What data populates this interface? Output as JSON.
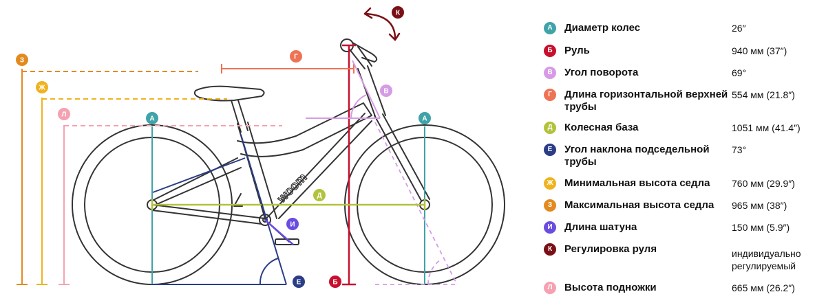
{
  "colors": {
    "bike": "#333333",
    "A": "#3fa3a8",
    "B": "#c8102e",
    "V": "#d69ae6",
    "G": "#ee7354",
    "D": "#b2c23a",
    "E": "#2a3d86",
    "ZH": "#efb320",
    "Z": "#e38a1f",
    "I": "#6a4ce0",
    "K": "#7a1016",
    "L": "#f5a1b1"
  },
  "bike_brand": "woom",
  "diagram_labels": {
    "A": "А",
    "B": "Б",
    "V": "В",
    "G": "Г",
    "D": "Д",
    "E": "Е",
    "ZH": "Ж",
    "Z": "З",
    "I": "И",
    "K": "К",
    "L": "Л"
  },
  "legend": [
    {
      "key": "A",
      "letter": "А",
      "name": "Диаметр колес",
      "value": "26″"
    },
    {
      "key": "B",
      "letter": "Б",
      "name": "Руль",
      "value": "940 мм (37″)"
    },
    {
      "key": "V",
      "letter": "В",
      "name": "Угол поворота",
      "value": "69°"
    },
    {
      "key": "G",
      "letter": "Г",
      "name": "Длина горизонтальной верхней трубы",
      "value": "554 мм (21.8″)"
    },
    {
      "key": "D",
      "letter": "Д",
      "name": "Колесная база",
      "value": "1051 мм (41.4″)"
    },
    {
      "key": "E",
      "letter": "Е",
      "name": "Угол наклона подседельной трубы",
      "value": "73°"
    },
    {
      "key": "ZH",
      "letter": "Ж",
      "name": "Минимальная высота седла",
      "value": "760 мм (29.9″)"
    },
    {
      "key": "Z",
      "letter": "З",
      "name": "Максимальная высота седла",
      "value": "965 мм (38″)"
    },
    {
      "key": "I",
      "letter": "И",
      "name": "Длина шатуна",
      "value": "150 мм (5.9″)"
    },
    {
      "key": "K",
      "letter": "К",
      "name": "Регулировка руля",
      "value": "индивидуально регулируемый"
    },
    {
      "key": "L",
      "letter": "Л",
      "name": "Высота подножки",
      "value": "665 мм (26.2″)"
    }
  ]
}
